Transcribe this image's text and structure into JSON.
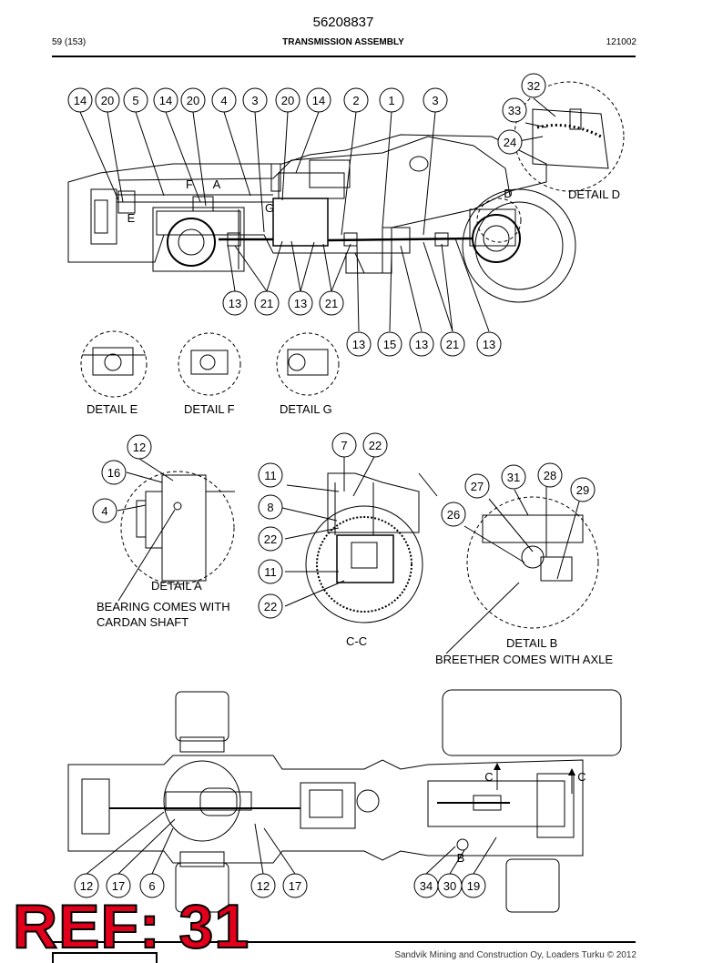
{
  "header": {
    "doc_number": "56208837",
    "page": "59 (153)",
    "section_title": "TRANSMISSION ASSEMBLY",
    "code": "121002"
  },
  "callouts": [
    {
      "n": "14"
    },
    {
      "n": "20"
    },
    {
      "n": "5"
    },
    {
      "n": "14"
    },
    {
      "n": "20"
    },
    {
      "n": "4"
    },
    {
      "n": "3"
    },
    {
      "n": "20"
    },
    {
      "n": "14"
    },
    {
      "n": "2"
    },
    {
      "n": "1"
    },
    {
      "n": "3"
    },
    {
      "n": "32"
    },
    {
      "n": "33"
    },
    {
      "n": "24"
    },
    {
      "n": "13"
    },
    {
      "n": "21"
    },
    {
      "n": "13"
    },
    {
      "n": "21"
    },
    {
      "n": "13"
    },
    {
      "n": "15"
    },
    {
      "n": "13"
    },
    {
      "n": "21"
    },
    {
      "n": "13"
    },
    {
      "n": "12"
    },
    {
      "n": "16"
    },
    {
      "n": "4"
    },
    {
      "n": "7"
    },
    {
      "n": "22"
    },
    {
      "n": "11"
    },
    {
      "n": "8"
    },
    {
      "n": "22"
    },
    {
      "n": "11"
    },
    {
      "n": "22"
    },
    {
      "n": "31"
    },
    {
      "n": "28"
    },
    {
      "n": "27"
    },
    {
      "n": "29"
    },
    {
      "n": "26"
    },
    {
      "n": "12"
    },
    {
      "n": "17"
    },
    {
      "n": "6"
    },
    {
      "n": "12"
    },
    {
      "n": "17"
    },
    {
      "n": "34"
    },
    {
      "n": "30"
    },
    {
      "n": "19"
    }
  ],
  "drawing_letters": [
    "F",
    "A",
    "E",
    "G",
    "D",
    "B",
    "C",
    "C"
  ],
  "captions": {
    "detail_d": "DETAIL D",
    "detail_e": "DETAIL E",
    "detail_f": "DETAIL F",
    "detail_g": "DETAIL G",
    "detail_a": "DETAIL A",
    "bearing_note_1": "BEARING COMES WITH",
    "bearing_note_2": "CARDAN SHAFT",
    "section_cc": "C-C",
    "detail_b": "DETAIL B",
    "breather_note": "BREETHER COMES WITH AXLE"
  },
  "ref_stamp": "REF: 31",
  "footer": "Sandvik Mining and Construction Oy, Loaders Turku © 2012",
  "colors": {
    "stamp_red": "#e0001b",
    "line": "#000000"
  }
}
